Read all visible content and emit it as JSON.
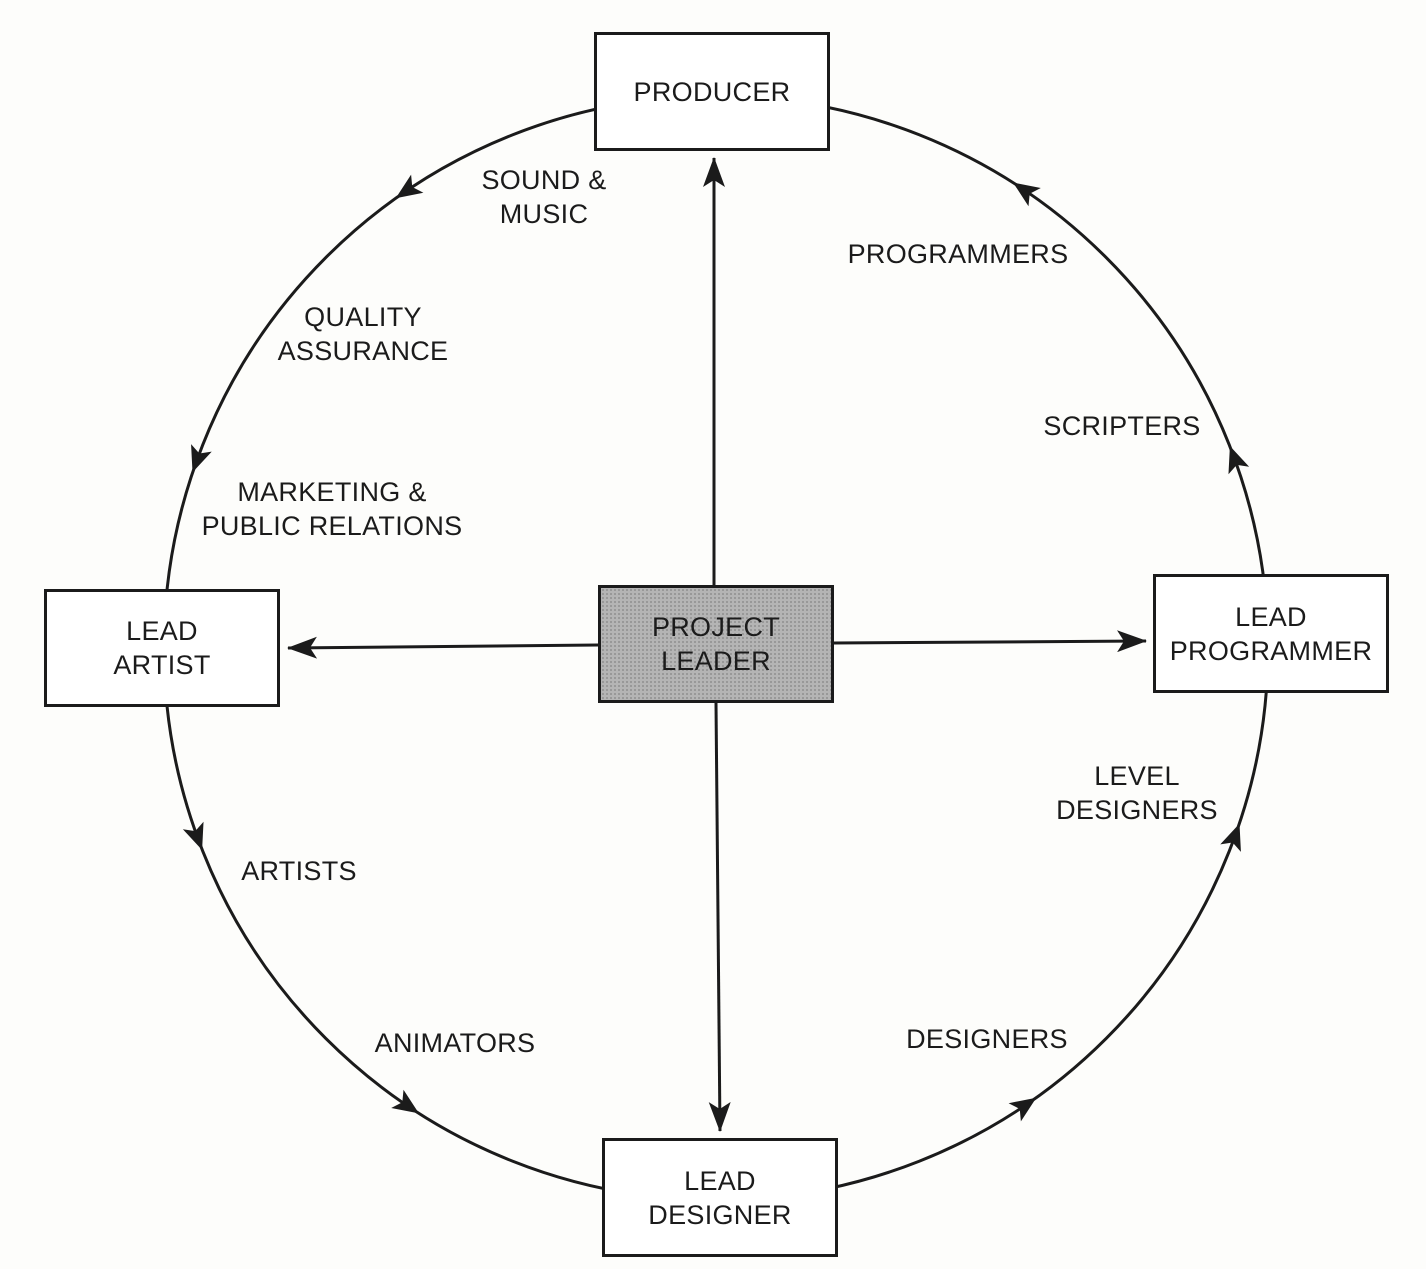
{
  "nodes": {
    "producer": {
      "lines": [
        "PRODUCER"
      ]
    },
    "project_leader": {
      "lines": [
        "PROJECT",
        "LEADER"
      ]
    },
    "lead_artist": {
      "lines": [
        "LEAD",
        "ARTIST"
      ]
    },
    "lead_programmer": {
      "lines": [
        "LEAD",
        "PROGRAMMER"
      ]
    },
    "lead_designer": {
      "lines": [
        "LEAD",
        "DESIGNER"
      ]
    }
  },
  "circle_labels": {
    "sound_music": [
      "SOUND &",
      "MUSIC"
    ],
    "quality_assurance": [
      "QUALITY",
      "ASSURANCE"
    ],
    "marketing_pr": [
      "MARKETING &",
      "PUBLIC RELATIONS"
    ],
    "programmers": [
      "PROGRAMMERS"
    ],
    "scripters": [
      "SCRIPTERS"
    ],
    "level_designers": [
      "LEVEL",
      "DESIGNERS"
    ],
    "designers": [
      "DESIGNERS"
    ],
    "artists": [
      "ARTISTS"
    ],
    "animators": [
      "ANIMATORS"
    ]
  },
  "colors": {
    "ink": "#1b1b1b",
    "paper": "#fdfdfb",
    "center_fill": "#b4b4b4"
  }
}
